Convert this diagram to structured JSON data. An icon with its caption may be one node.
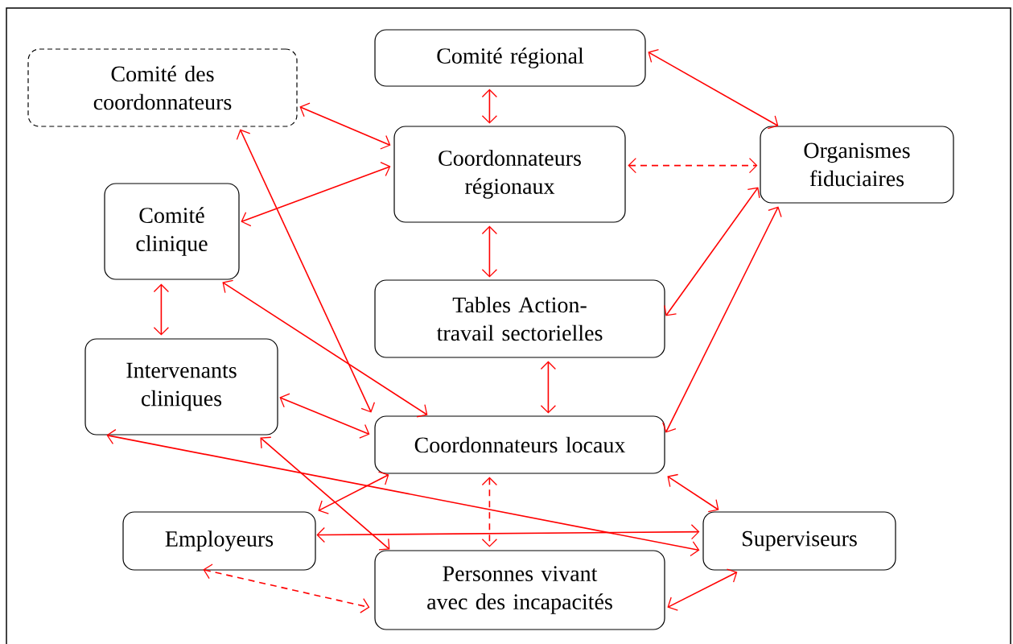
{
  "diagram": {
    "nodes": [
      {
        "text": [
          "Comité régional"
        ]
      },
      {
        "text": [
          "Comité des coordonnateurs"
        ]
      },
      {
        "text": [
          "Coordonnateurs régionaux"
        ]
      },
      {
        "text": [
          "Organismes fiduciaires"
        ]
      },
      {
        "text": [
          "Comité clinique"
        ]
      },
      {
        "text": [
          "Tables Action-travail sectorielles"
        ]
      },
      {
        "text": [
          "Intervenants cliniques"
        ]
      },
      {
        "text": [
          "Coordonnateurs locaux"
        ]
      },
      {
        "text": [
          "Employeurs"
        ]
      },
      {
        "text": [
          "Superviseurs"
        ]
      },
      {
        "text": [
          "Personnes vivant avec des incapacités"
        ]
      }
    ],
    "edges": [
      {
        "from": 0,
        "to": 2,
        "arrow": "both"
      },
      {
        "from": 0,
        "to": 3,
        "arrow": "both"
      },
      {
        "from": 1,
        "to": 2,
        "arrow": "both"
      },
      {
        "from": 2,
        "to": 4,
        "arrow": "both"
      },
      {
        "from": 2,
        "to": 3,
        "arrow": "both",
        "style": "dashed"
      },
      {
        "from": 2,
        "to": 5,
        "arrow": "both"
      },
      {
        "from": 1,
        "to": 7,
        "arrow": "both"
      },
      {
        "from": 4,
        "to": 7,
        "arrow": "both"
      },
      {
        "from": 4,
        "to": 6,
        "arrow": "both"
      },
      {
        "from": 3,
        "to": 5,
        "arrow": "both"
      },
      {
        "from": 3,
        "to": 7,
        "arrow": "both"
      },
      {
        "from": 5,
        "to": 7,
        "arrow": "both"
      },
      {
        "from": 6,
        "to": 7,
        "arrow": "both"
      },
      {
        "from": 6,
        "to": 9,
        "arrow": "both"
      },
      {
        "from": 6,
        "to": 10,
        "arrow": "both"
      },
      {
        "from": 7,
        "to": 8,
        "arrow": "both"
      },
      {
        "from": 7,
        "to": 10,
        "arrow": "both",
        "style": "dashed"
      },
      {
        "from": 7,
        "to": 9,
        "arrow": "both"
      },
      {
        "from": 8,
        "to": 9,
        "arrow": "both"
      },
      {
        "from": 8,
        "to": 10,
        "arrow": "both",
        "style": "dashed"
      },
      {
        "from": 9,
        "to": 10,
        "arrow": "both"
      }
    ]
  }
}
